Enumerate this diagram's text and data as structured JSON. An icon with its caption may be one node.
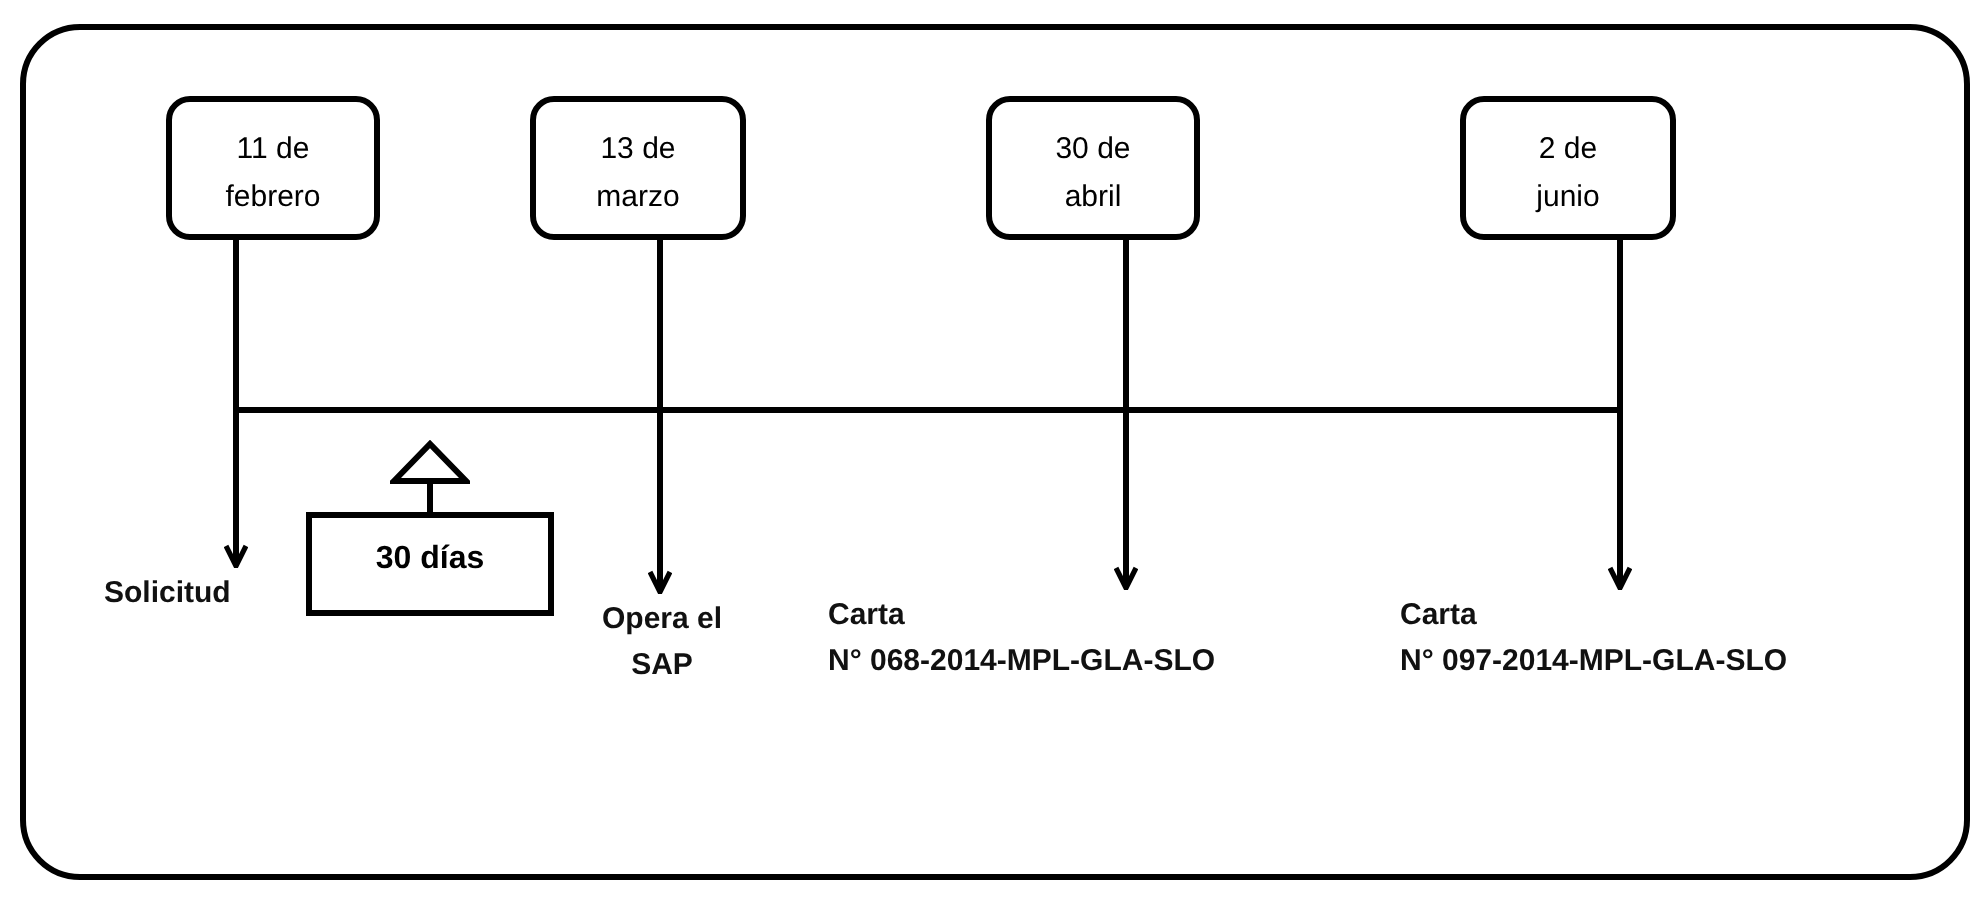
{
  "diagram": {
    "nodes": [
      {
        "text": [],
        "shape": "box"
      },
      {
        "text": [
          "11 de febrero"
        ],
        "in": 0
      },
      {
        "text": [
          "13 de marzo"
        ],
        "in": 0
      },
      {
        "text": [
          "30 de abril"
        ],
        "in": 0
      },
      {
        "text": [
          "2 de junio"
        ],
        "in": 0
      },
      {
        "text": [
          "Solicitud"
        ],
        "in": 0
      },
      {
        "text": [
          "Opera el SAP"
        ],
        "in": 0
      },
      {
        "text": [
          "Carta",
          "N° 068-2014-MPL-GLA-SLO"
        ],
        "in": 0
      },
      {
        "text": [
          "Carta",
          "N° 097-2014-MPL-GLA-SLO"
        ],
        "in": 0
      },
      {
        "text": [
          "30 días"
        ],
        "in": 0
      }
    ],
    "edges": [
      {
        "from": 1,
        "to": 5,
        "arrow": "to"
      },
      {
        "from": 2,
        "to": 6,
        "arrow": "to"
      },
      {
        "from": 3,
        "to": 7,
        "arrow": "to"
      },
      {
        "from": 4,
        "to": 8,
        "arrow": "to"
      },
      {
        "from": 9,
        "to": null,
        "arrow": "to"
      }
    ]
  }
}
